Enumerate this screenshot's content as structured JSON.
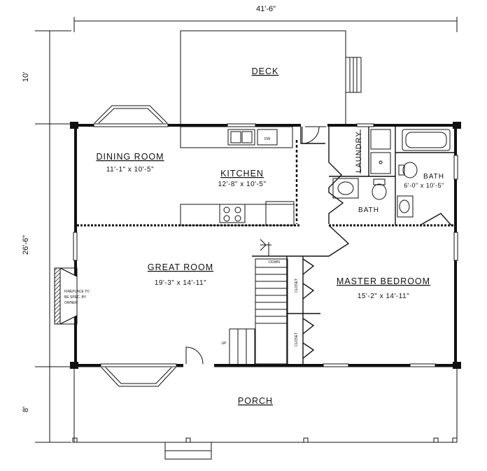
{
  "overall": {
    "width": "41'-6\"",
    "depth_top": "10'",
    "depth_middle": "26'-6\"",
    "depth_bottom": "8'"
  },
  "rooms": {
    "deck": {
      "name": "DECK"
    },
    "dining_room": {
      "name": "DINING ROOM",
      "dim": "11'-1\" x 10'-5\""
    },
    "kitchen": {
      "name": "KITCHEN",
      "dim": "12'-8\" x 10'-5\""
    },
    "laundry": {
      "name": "LAUNDRY"
    },
    "bath_upper": {
      "name": "BATH",
      "dim": "6'-0\" x 10'-5\""
    },
    "bath_lower": {
      "name": "BATH"
    },
    "great_room": {
      "name": "GREAT ROOM",
      "dim": "19'-3\" x 14'-11\""
    },
    "master_bedroom": {
      "name": "MASTER BEDROOM",
      "dim": "15'-2\" x 14'-11\""
    },
    "porch": {
      "name": "PORCH"
    }
  },
  "notes": {
    "fireplace": [
      "FIREPLACE TO",
      "BE SPEC. BY",
      "OWNER"
    ],
    "closet": "CLOSET",
    "stair_up": "UP",
    "stair_down": "DOWN",
    "dw": "DW"
  }
}
